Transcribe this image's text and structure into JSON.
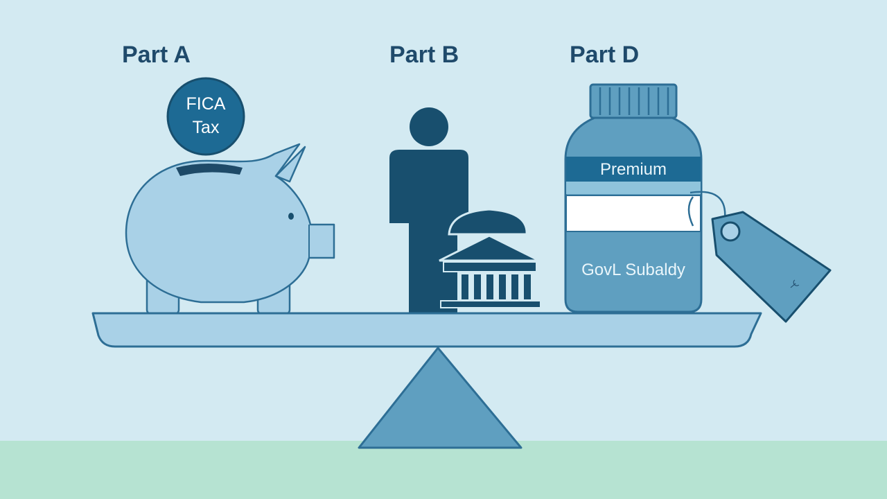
{
  "headings": {
    "part_a": "Part A",
    "part_b": "Part B",
    "part_d": "Part D"
  },
  "coin": {
    "line1": "FICA",
    "line2": "Tax"
  },
  "bottle": {
    "label_top": "Premium",
    "label_bottom": "GovL Subaldy"
  },
  "tag": {
    "mark": "🝑"
  },
  "icons": [
    "piggy-bank-icon",
    "coin-icon",
    "person-icon",
    "government-building-icon",
    "pill-bottle-icon",
    "price-tag-icon",
    "balance-scale-icon"
  ],
  "colors": {
    "background": "#d3eaf2",
    "ground": "#b6e3d2",
    "dark_navy": "#184f6e",
    "mid_blue": "#5f9fc0",
    "light_blue": "#a9d1e7",
    "outline": "#2d6e95"
  }
}
